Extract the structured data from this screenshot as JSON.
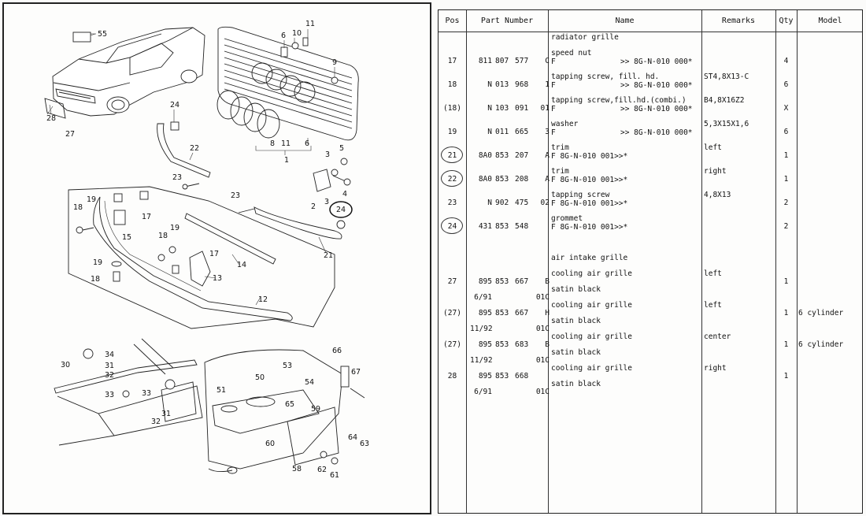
{
  "table": {
    "headers": {
      "pos": "Pos",
      "part_number": "Part Number",
      "name": "Name",
      "remarks": "Remarks",
      "qty": "Qty",
      "model": "Model"
    },
    "rows": [
      {
        "pos": "",
        "pn1": "",
        "pn2": "",
        "pn3": "",
        "pn4": "",
        "name": "radiator grille",
        "sub1": "",
        "sub2": "",
        "remarks": "",
        "qty": "",
        "model": ""
      },
      {
        "pos": "17",
        "pn1": "811",
        "pn2": "807",
        "pn3": "577",
        "pn4": "C",
        "name": "speed nut",
        "sub1": "F",
        "sub2": ">> 8G-N-010 000*",
        "remarks": "",
        "qty": "4",
        "model": ""
      },
      {
        "pos": "18",
        "pn1": "N",
        "pn2": "013",
        "pn3": "968",
        "pn4": "1",
        "name": "tapping screw, fill. hd.",
        "sub1": "F",
        "sub2": ">> 8G-N-010 000*",
        "remarks": "ST4,8X13-C",
        "qty": "6",
        "model": ""
      },
      {
        "pos": "(18)",
        "pn1": "N",
        "pn2": "103",
        "pn3": "091",
        "pn4": "01",
        "name": "tapping screw,fill.hd.(combi.)",
        "sub1": "F",
        "sub2": ">> 8G-N-010 000*",
        "remarks": "B4,8X16Z2",
        "qty": "X",
        "model": ""
      },
      {
        "pos": "19",
        "pn1": "N",
        "pn2": "011",
        "pn3": "665",
        "pn4": "3",
        "name": "washer",
        "sub1": "F",
        "sub2": ">> 8G-N-010 000*",
        "remarks": "5,3X15X1,6",
        "qty": "6",
        "model": ""
      },
      {
        "pos": "21",
        "pn1": "8A0",
        "pn2": "853",
        "pn3": "207",
        "pn4": "A",
        "name": "trim",
        "sub1": "F 8G-N-010 001>>*",
        "sub2": "",
        "remarks": "left",
        "qty": "1",
        "model": ""
      },
      {
        "pos": "22",
        "pn1": "8A0",
        "pn2": "853",
        "pn3": "208",
        "pn4": "A",
        "name": "trim",
        "sub1": "F 8G-N-010 001>>*",
        "sub2": "",
        "remarks": "right",
        "qty": "1",
        "model": ""
      },
      {
        "pos": "23",
        "pn1": "N",
        "pn2": "902",
        "pn3": "475",
        "pn4": "02",
        "name": "tapping screw",
        "sub1": "F 8G-N-010 001>>*",
        "sub2": "",
        "remarks": "4,8X13",
        "qty": "2",
        "model": ""
      },
      {
        "pos": "24",
        "pn1": "431",
        "pn2": "853",
        "pn3": "548",
        "pn4": "",
        "name": "grommet",
        "sub1": "F 8G-N-010 001>>*",
        "sub2": "",
        "remarks": "",
        "qty": "2",
        "model": ""
      },
      {
        "pos": "",
        "pn1": "",
        "pn2": "",
        "pn3": "",
        "pn4": "",
        "name": "air intake grille",
        "sub1": "",
        "sub2": "",
        "remarks": "",
        "qty": "",
        "model": ""
      },
      {
        "pos": "27",
        "pn1": "895",
        "pn2": "853",
        "pn3": "667",
        "pn4": "B",
        "name": "cooling air grille",
        "sub1": "",
        "sub2": "",
        "remarks": "left",
        "qty": "1",
        "model": ""
      },
      {
        "pos": "",
        "pn1": "6/91",
        "pn2": "",
        "pn3": "",
        "pn4": "01C",
        "name": "satin black",
        "sub1": "",
        "sub2": "",
        "remarks": "",
        "qty": "",
        "model": ""
      },
      {
        "pos": "(27)",
        "pn1": "895",
        "pn2": "853",
        "pn3": "667",
        "pn4": "H",
        "name": "cooling air grille",
        "sub1": "",
        "sub2": "",
        "remarks": "left",
        "qty": "1",
        "model": "6 cylinder"
      },
      {
        "pos": "",
        "pn1": "11/92",
        "pn2": "",
        "pn3": "",
        "pn4": "01C",
        "name": "satin black",
        "sub1": "",
        "sub2": "",
        "remarks": "",
        "qty": "",
        "model": ""
      },
      {
        "pos": "(27)",
        "pn1": "895",
        "pn2": "853",
        "pn3": "683",
        "pn4": "B",
        "name": "cooling air grille",
        "sub1": "",
        "sub2": "",
        "remarks": "center",
        "qty": "1",
        "model": "6 cylinder"
      },
      {
        "pos": "",
        "pn1": "11/92",
        "pn2": "",
        "pn3": "",
        "pn4": "01C",
        "name": "satin black",
        "sub1": "",
        "sub2": "",
        "remarks": "",
        "qty": "",
        "model": ""
      },
      {
        "pos": "28",
        "pn1": "895",
        "pn2": "853",
        "pn3": "668",
        "pn4": "",
        "name": "cooling air grille",
        "sub1": "",
        "sub2": "",
        "remarks": "right",
        "qty": "1",
        "model": ""
      },
      {
        "pos": "",
        "pn1": "6/91",
        "pn2": "",
        "pn3": "",
        "pn4": "01C",
        "name": "satin black",
        "sub1": "",
        "sub2": "",
        "remarks": "",
        "qty": "",
        "model": ""
      }
    ],
    "circled_positions": [
      "21",
      "22",
      "24"
    ]
  },
  "diagram": {
    "labels": [
      "55",
      "11",
      "6",
      "10",
      "9",
      "24",
      "28",
      "27",
      "22",
      "23",
      "8",
      "11",
      "6",
      "1",
      "3",
      "5",
      "3",
      "4",
      "2",
      "24",
      "19",
      "17",
      "18",
      "15",
      "18",
      "19",
      "17",
      "19",
      "14",
      "13",
      "18",
      "12",
      "21",
      "23",
      "34",
      "31",
      "32",
      "30",
      "33",
      "33",
      "31",
      "32",
      "53",
      "50",
      "54",
      "51",
      "65",
      "59",
      "60",
      "66",
      "67",
      "58",
      "62",
      "61",
      "64",
      "63"
    ],
    "callout_circled": "24"
  }
}
